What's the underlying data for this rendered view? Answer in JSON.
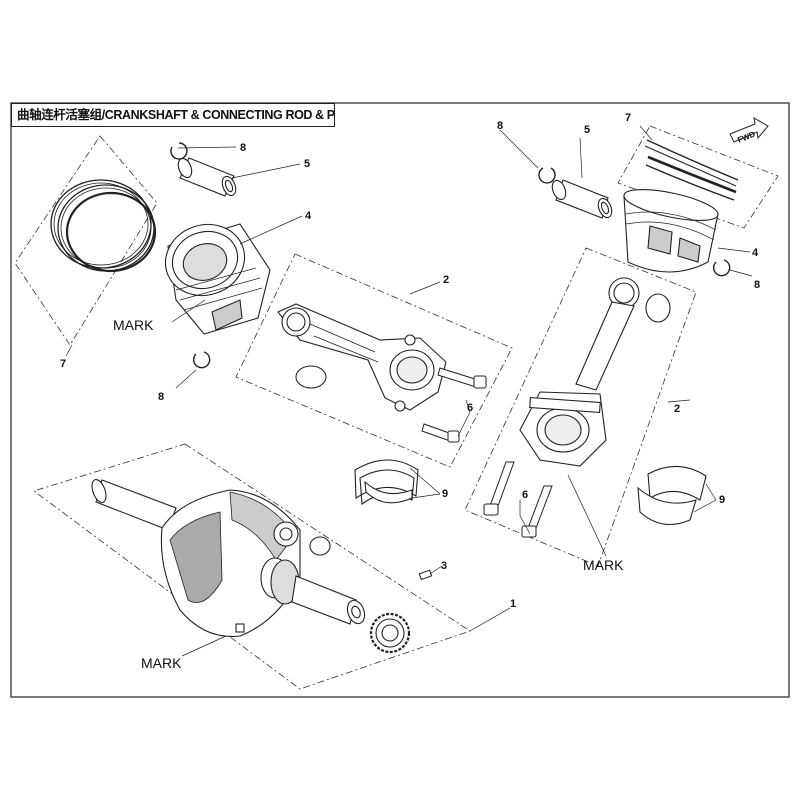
{
  "title": "曲轴连杆活塞组/CRANKSHAFT & CONNECTING ROD & PISTON ASSY",
  "callouts": {
    "c8a": "8",
    "c5a": "5",
    "c4a": "4",
    "c7a": "7",
    "c2a": "2",
    "c6a": "6",
    "c8b": "8",
    "c9a": "9",
    "c8c": "8",
    "c5b": "5",
    "c7b": "7",
    "c4b": "4",
    "c8d": "8",
    "c2b": "2",
    "c6b": "6",
    "c9b": "9",
    "c3": "3",
    "c1": "1"
  },
  "marks": {
    "piston": "MARK",
    "rod": "MARK",
    "crank": "MARK"
  },
  "fwd": "FWD",
  "colors": {
    "line": "#222222",
    "fill": "#ffffff",
    "shade": "#9a9a9a"
  }
}
